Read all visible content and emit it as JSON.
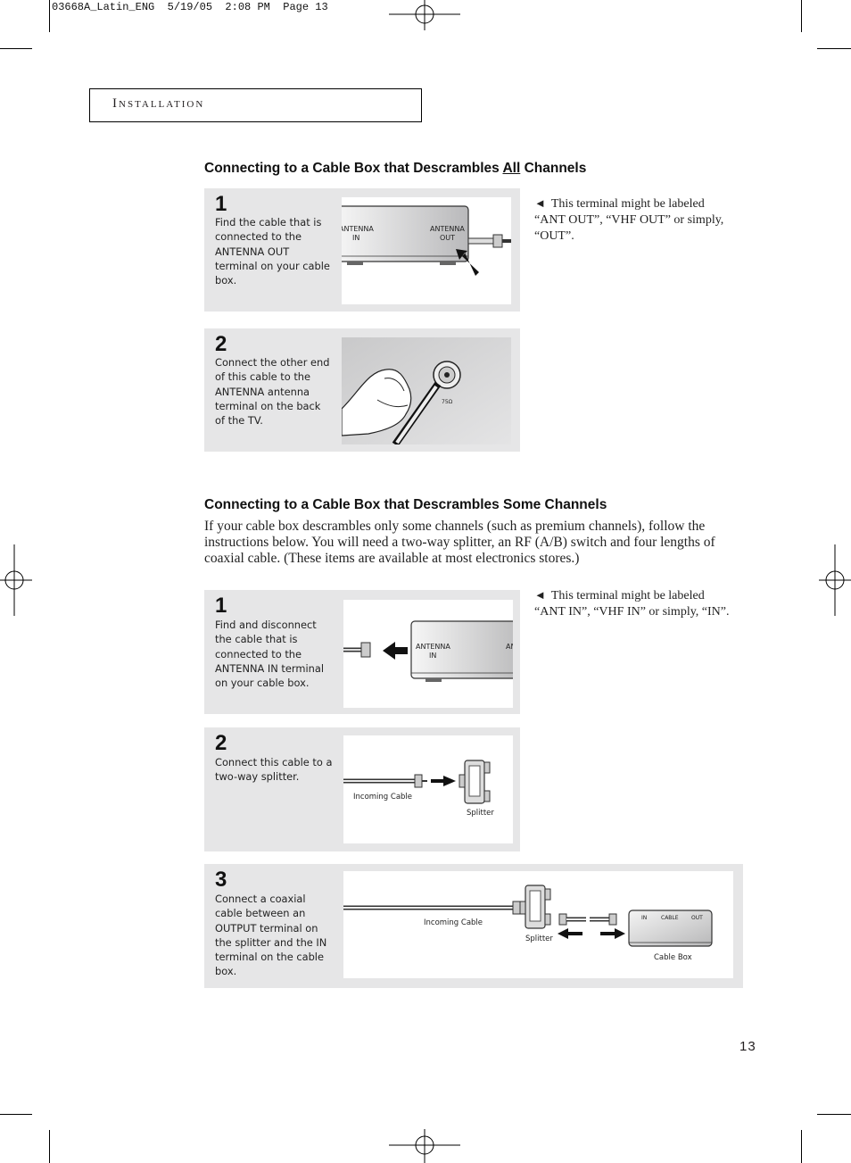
{
  "slug": "03668A_Latin_ENG  5/19/05  2:08 PM  Page 13",
  "section_title": "Installation",
  "sec1": {
    "heading_before": "Connecting to a Cable Box that Descrambles ",
    "heading_underlined": "All",
    "heading_after": " Channels",
    "note": "This terminal might be labeled “ANT OUT”, “VHF OUT” or simply, “OUT”.",
    "steps": [
      {
        "num": "1",
        "text": "Find the cable that is connected to the ANTENNA OUT terminal on your cable box.",
        "labels": [
          "ANTENNA",
          "IN",
          "ANTENNA",
          "OUT"
        ]
      },
      {
        "num": "2",
        "text": "Connect the other end of this cable to the ANTENNA antenna terminal on the back of the TV.",
        "labels": [
          "75Ω"
        ]
      }
    ]
  },
  "sec2": {
    "heading": "Connecting to a Cable Box that Descrambles Some Channels",
    "intro": "If your cable box descrambles only some channels (such as premium channels), follow the instructions below. You will need a two-way splitter, an RF (A/B) switch and four lengths of coaxial cable. (These items are available at most electronics stores.)",
    "note": "This terminal might be labeled “ANT IN”, “VHF IN” or simply, “IN”.",
    "steps": [
      {
        "num": "1",
        "text": "Find and disconnect the cable that is connected to the ANTENNA IN terminal on your cable box.",
        "labels": [
          "ANTENNA",
          "IN",
          "AN"
        ]
      },
      {
        "num": "2",
        "text": "Connect this cable to a two-way splitter.",
        "labels": [
          "Incoming Cable",
          "Splitter"
        ]
      },
      {
        "num": "3",
        "text": "Connect a coaxial cable between an OUTPUT terminal on the splitter and the IN terminal on the cable box.",
        "labels": [
          "Incoming Cable",
          "Splitter",
          "Cable Box",
          "IN",
          "CABLE",
          "OUT"
        ]
      }
    ]
  },
  "page_number": "13"
}
